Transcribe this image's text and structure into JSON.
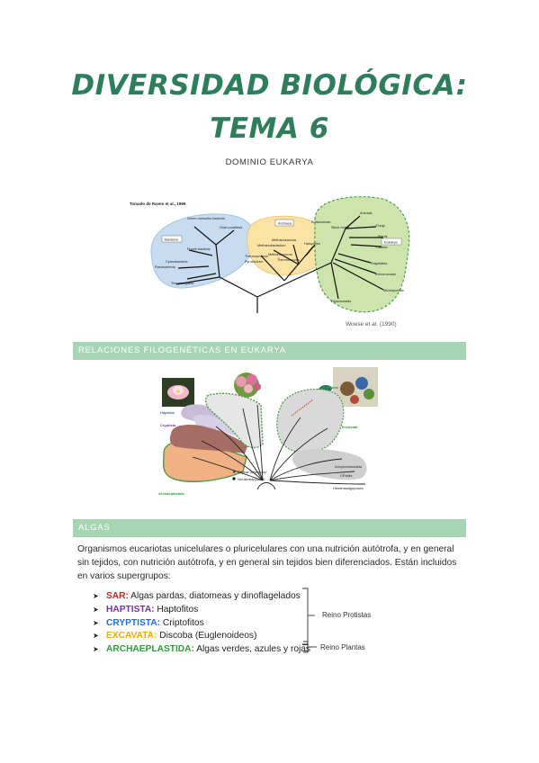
{
  "header": {
    "title_line1": "DIVERSIDAD BIOLÓGICA:",
    "title_line2": "TEMA 6",
    "subtitle": "DOMINIO EUKARYA"
  },
  "figure1": {
    "caption_source": "Tomado de Raven et al., 1999",
    "credit": "Woese et al. (1990)",
    "domain_bacteria": "Bacteria",
    "domain_archaea": "Archaea",
    "domain_eukarya": "Eukarya",
    "bacteria_taxa": [
      "Green nonsulfur bacteria",
      "Gram positives",
      "Purple bacteria",
      "Cyanobacteria",
      "Flavobacteria",
      "Thermotogales"
    ],
    "archaea_taxa": [
      "Methanosarcina",
      "Methanobacterium",
      "Halophiles",
      "Methanococcus",
      "Thermococcus",
      "Thermoproteus",
      "Pyrodictium"
    ],
    "eukarya_taxa": [
      "Entamoebae",
      "Slime molds",
      "Animals",
      "Fungi",
      "Plants",
      "Ciliates",
      "Flagellates",
      "Trichomonads",
      "Microsporidia",
      "Diplomonads"
    ]
  },
  "section_phylo": {
    "label": "RELACIONES FILOGENÉTICAS EN EUKARYA"
  },
  "figure2": {
    "labels": [
      "Haptista",
      "Cryptista",
      "Excavata",
      "Archaeplastida",
      "Amorphea",
      "Ancyromonadida",
      "CRuMs",
      "Hemimastigophora"
    ],
    "legend": [
      "Original 'supergroup'",
      "Not already placed"
    ]
  },
  "section_algas": {
    "label": "ALGAS",
    "paragraph": "Organismos eucariotas unicelulares o pluricelulares con una nutrición autótrofa, y en general sin tejidos, con nutrición autótrofa, y en general sin tejidos bien diferenciados. Están incluidos en varios supergrupos:"
  },
  "supergroups": [
    {
      "name": "SAR:",
      "desc": " Algas pardas, diatomeas y dinoflagelados",
      "color": "#c62828"
    },
    {
      "name": "HAPTISTA:",
      "desc": " Haptofitos",
      "color": "#7b2fa3"
    },
    {
      "name": "CRYPTISTA:",
      "desc": " Criptofitos",
      "color": "#1e6fd9"
    },
    {
      "name": "EXCAVATA:",
      "desc": " Discoba (Euglenoideos)",
      "color": "#f2a900"
    },
    {
      "name": "ARCHAEPLASTIDA:",
      "desc": " Algas verdes, azules y rojas",
      "color": "#2e9e3a"
    }
  ],
  "reinos": {
    "protistas": "Reino Protistas",
    "plantas": "Reino Plantas"
  },
  "icons": {
    "bullet": "arrowhead-icon"
  }
}
